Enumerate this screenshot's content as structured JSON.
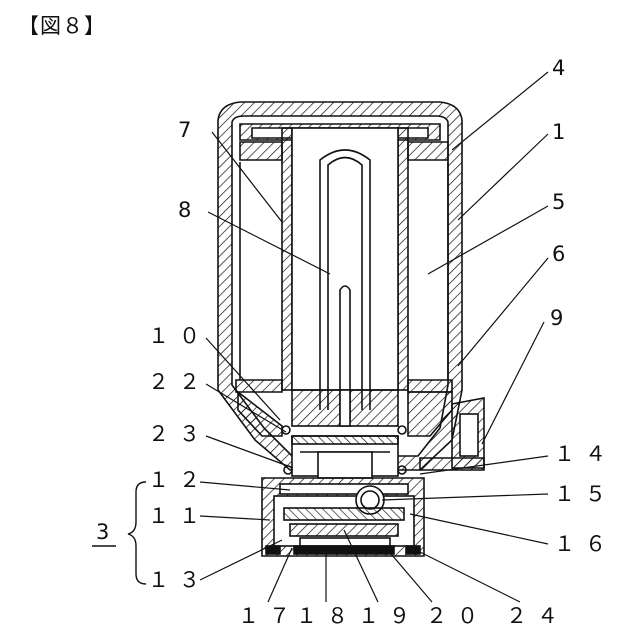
{
  "figure": {
    "title": "【図８】",
    "group_number": "3"
  },
  "labels": {
    "l4": "4",
    "l1": "1",
    "l5": "5",
    "l6": "6",
    "l9": "9",
    "l7": "7",
    "l8": "8",
    "l10": "１０",
    "l22": "２２",
    "l23": "２３",
    "l12": "１２",
    "l11": "１１",
    "l13": "１３",
    "l14": "１４",
    "l15": "１５",
    "l16": "１６",
    "l17": "１７",
    "l18": "１８",
    "l19": "１９",
    "l20": "２０",
    "l24": "２４"
  },
  "colors": {
    "ink": "#111111",
    "paper": "#ffffff"
  }
}
